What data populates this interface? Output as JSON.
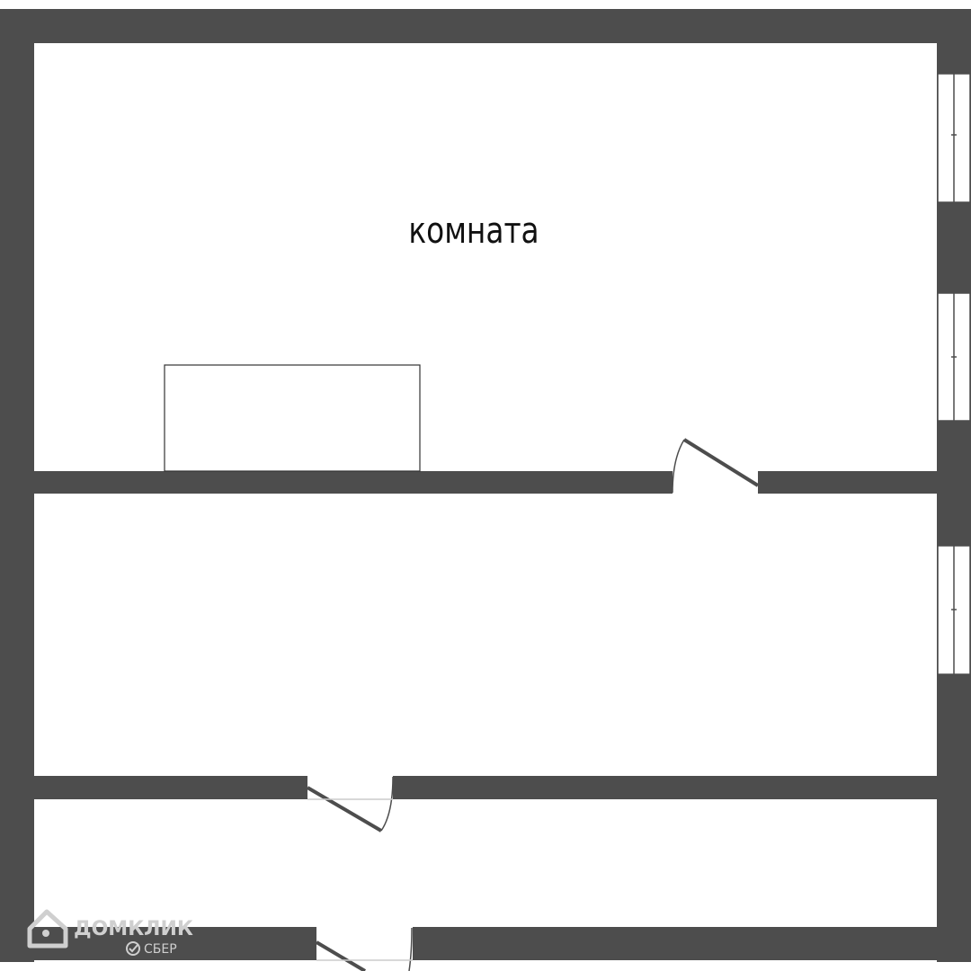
{
  "rooms": {
    "room_1_label": "комната"
  },
  "watermark": {
    "brand": "ДОМКЛИК",
    "sub": "СБЕР"
  },
  "colors": {
    "wall": "#4d4d4d",
    "background": "#ffffff"
  }
}
